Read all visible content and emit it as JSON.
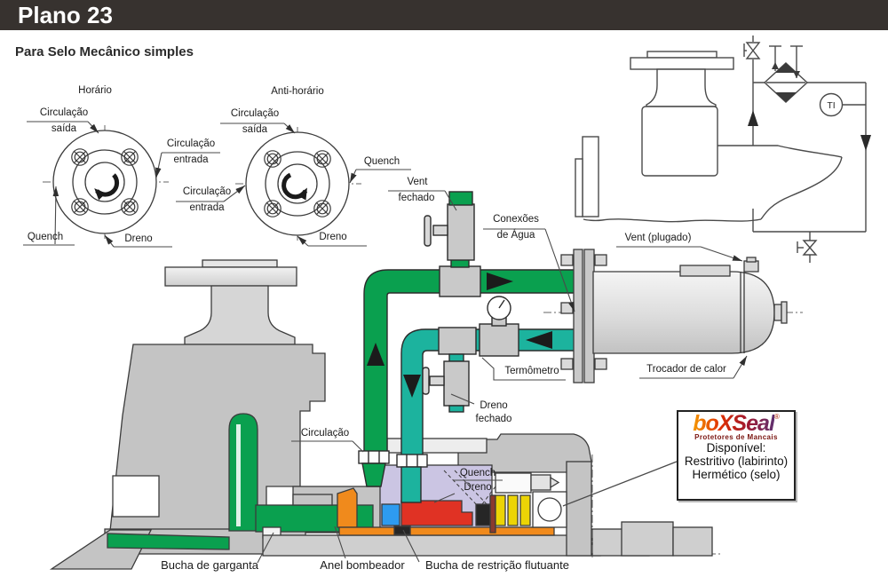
{
  "header": {
    "title": "Plano 23"
  },
  "subtitle": "Para Selo Mecânico simples",
  "flange_clockwise": {
    "title": "Horário",
    "circulation_out_line1": "Circulação",
    "circulation_out_line2": "saída",
    "circulation_in_line1": "Circulação",
    "circulation_in_line2": "entrada",
    "quench": "Quench",
    "drain": "Dreno"
  },
  "flange_counterclockwise": {
    "title": "Anti-horário",
    "circulation_out_line1": "Circulação",
    "circulation_out_line2": "saída",
    "circulation_in_line1": "Circulação",
    "circulation_in_line2": "entrada",
    "quench": "Quench",
    "drain": "Dreno"
  },
  "labels": {
    "vent_line1": "Vent",
    "vent_line2": "fechado",
    "water_line1": "Conexões",
    "water_line2": "de Água",
    "vent_plugged": "Vent (plugado)",
    "thermometer": "Termômetro",
    "drain_line1": "Dreno",
    "drain_line2": "fechado",
    "circulation": "Circulação",
    "quench_drain_line1": "Quench",
    "quench_drain_line2": "Dreno",
    "heat_exchanger": "Trocador de calor",
    "throat_bushing": "Bucha de garganta",
    "pumping_ring": "Anel bombeador",
    "restriction_bushing": "Bucha de restrição flutuante"
  },
  "schematic": {
    "temperature_indicator": "TI"
  },
  "brand": {
    "logo": "boXSeal",
    "registered": "®",
    "tagline": "Protetores de Mancais",
    "availability": "Disponível:",
    "option1": "Restritivo (labirinto)",
    "option2": "Hermético (selo)"
  },
  "colors": {
    "header_bar": "#37322f",
    "supply_pipe_green": "#0aa04f",
    "return_pipe_teal": "#1cb39e",
    "casing_gray": "#c4c4c4",
    "gland_lavender": "#cbc5e3",
    "sleeve_orange": "#f08a1c",
    "seal_red": "#e03224",
    "seal_blue": "#2e9bf0",
    "labyrinth_yellow": "#ecd405"
  }
}
